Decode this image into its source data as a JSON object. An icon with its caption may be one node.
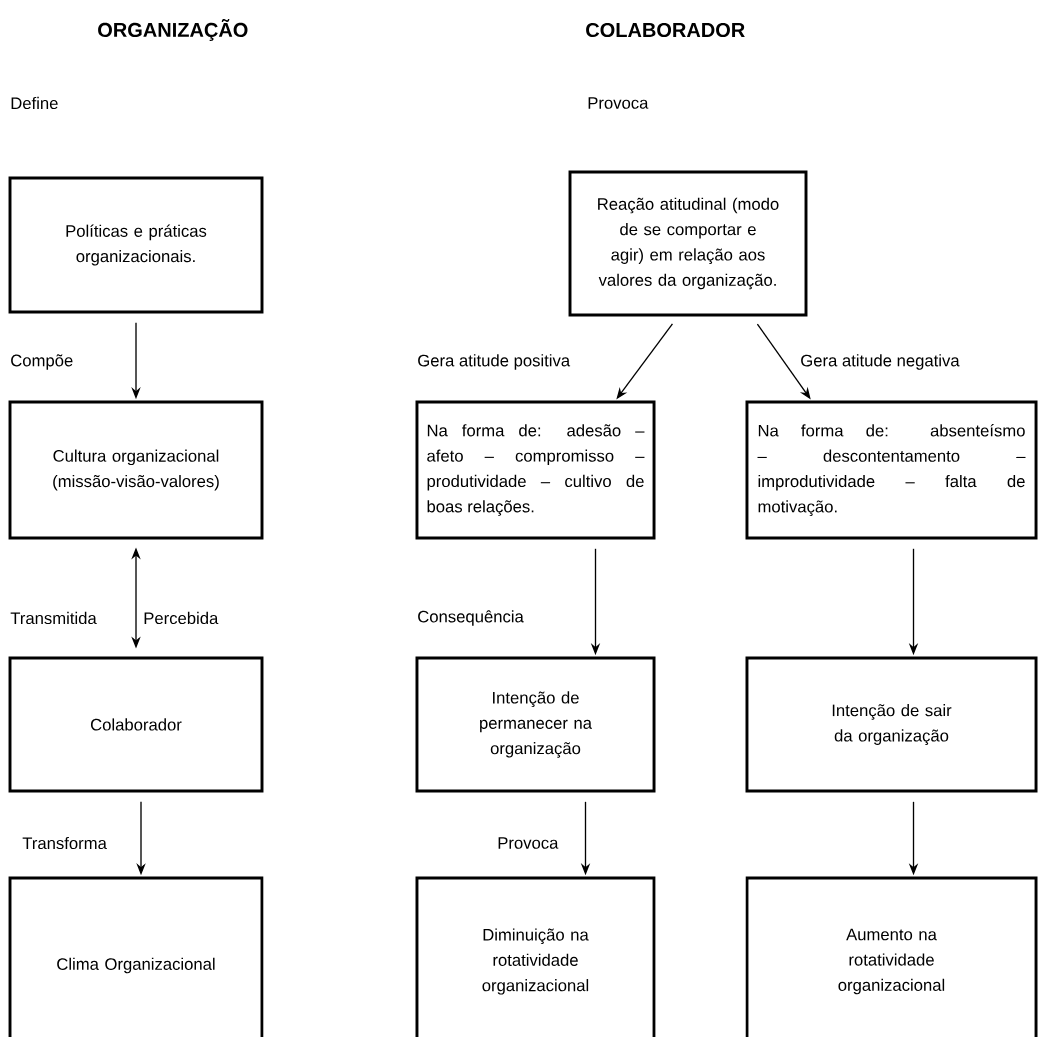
{
  "diagram": {
    "nodes": [
      {
        "text": [
          "Políticas e práticas organizacionais."
        ]
      },
      {
        "text": [
          "Cultura organizacional (missão-visão-valores)"
        ]
      },
      {
        "text": [
          "Colaborador"
        ]
      },
      {
        "text": [
          "Clima Organizacional"
        ]
      },
      {
        "text": [
          "Reação atitudinal (modo de se comportar e agir) em relação aos valores da organização."
        ]
      },
      {
        "text": [
          "Na forma de: adesão – afeto – compromisso – produtividade – cultivo de boas relações."
        ]
      },
      {
        "text": [
          "Na forma de: absenteísmo – descontentamento – improdutividade – falta de motivação."
        ]
      },
      {
        "text": [
          "Intenção de permanecer na organização"
        ]
      },
      {
        "text": [
          "Intenção de sair da organização"
        ]
      },
      {
        "text": [
          "Diminuição na rotatividade organizacional"
        ]
      },
      {
        "text": [
          "Aumento na rotatividade organizacional"
        ]
      }
    ],
    "edges": [
      {
        "from": 0,
        "to": 1,
        "arrow": "to",
        "label": "Compõe"
      },
      {
        "from": 1,
        "to": 2,
        "arrow": "both",
        "label": "Transmitida"
      },
      {
        "from": 2,
        "to": 3,
        "arrow": "to",
        "label": "Transforma"
      },
      {
        "from": 4,
        "to": 5,
        "arrow": "to",
        "label": "Gera atitude positiva"
      },
      {
        "from": 4,
        "to": 6,
        "arrow": "to",
        "label": "Gera atitude negativa"
      },
      {
        "from": 5,
        "to": 7,
        "arrow": "to",
        "label": "Consequência"
      },
      {
        "from": 6,
        "to": 8,
        "arrow": "to"
      },
      {
        "from": 7,
        "to": 9,
        "arrow": "to",
        "label": "Provoca"
      },
      {
        "from": 8,
        "to": 10,
        "arrow": "to"
      }
    ],
    "labels": [
      "ORGANIZAÇÃO",
      "COLABORADOR",
      "Define",
      "Provoca",
      "Percebida"
    ]
  }
}
